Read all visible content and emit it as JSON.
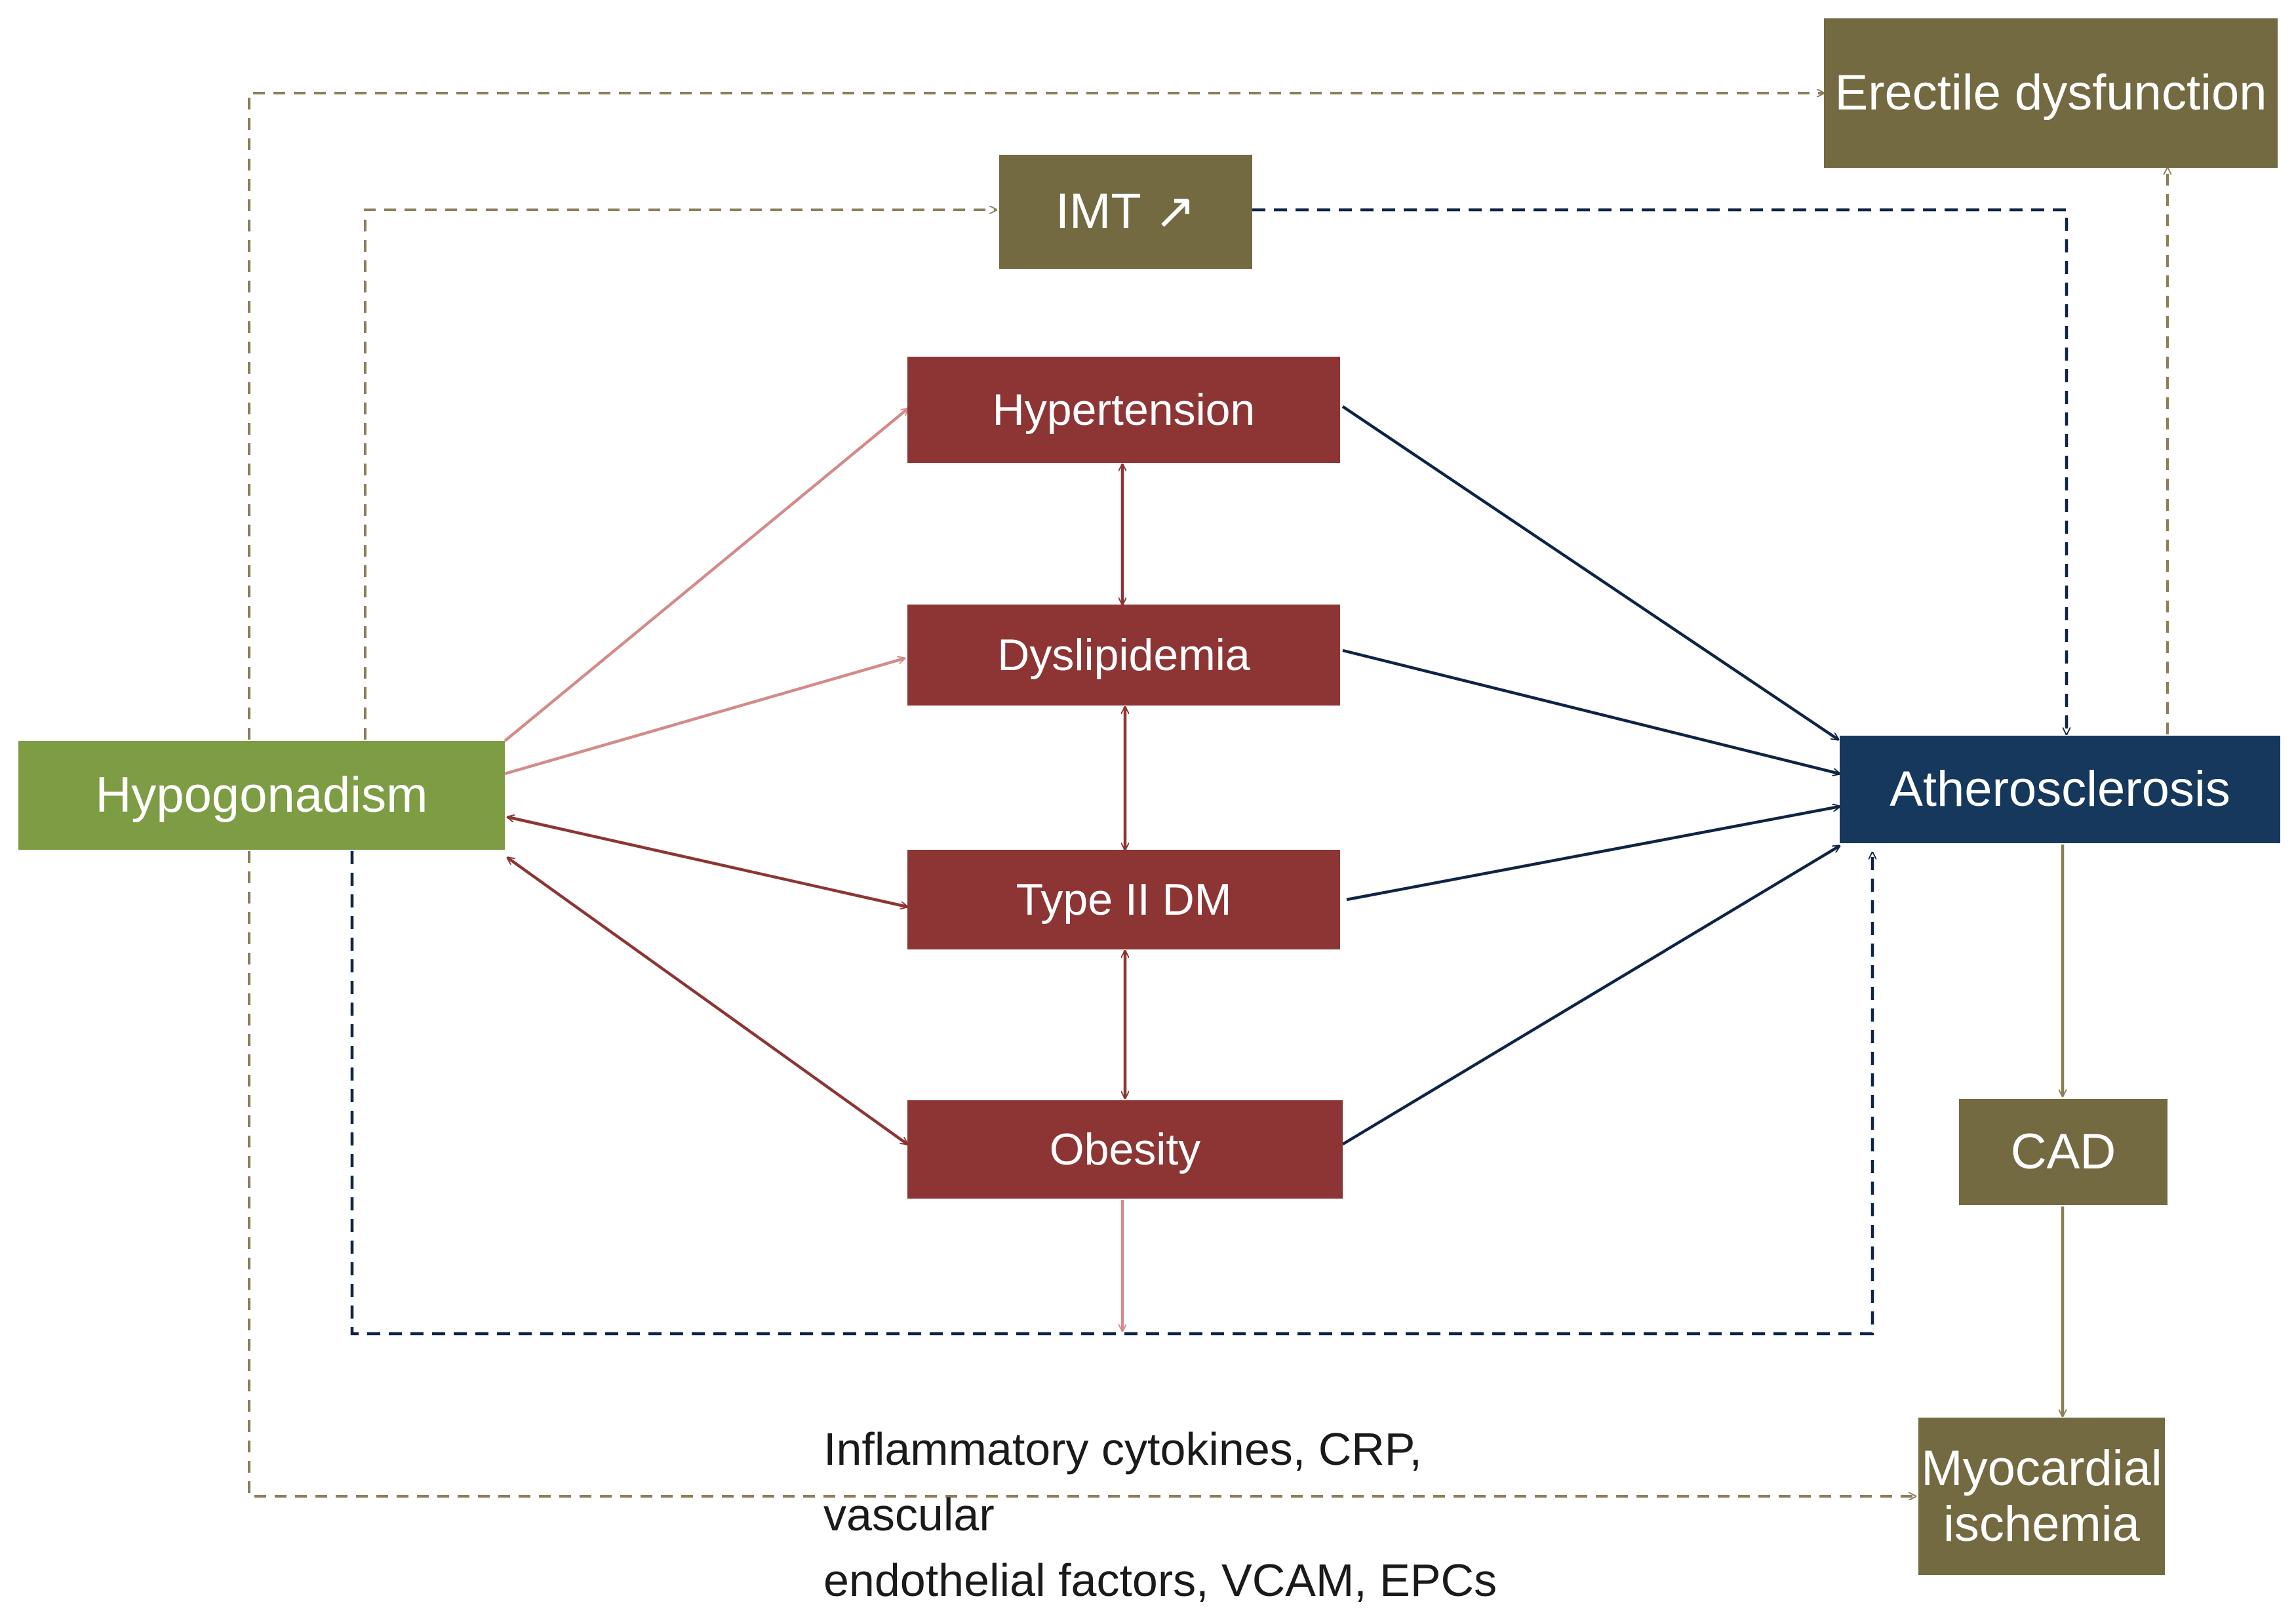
{
  "nodes": {
    "erectile": "Erectile dysfunction",
    "imt": "IMT ↗",
    "hypertension": "Hypertension",
    "dyslipidemia": "Dyslipidemia",
    "type2dm": "Type II DM",
    "obesity": "Obesity",
    "hypogonadism": "Hypogonadism",
    "atherosclerosis": "Atherosclerosis",
    "cad": "CAD",
    "myocardial": "Myocardial\nischemia"
  },
  "annotation": {
    "text": "Inflammatory cytokines, CRP, vascular\nendothelial factors, VCAM, EPCs"
  },
  "colors": {
    "olive": "#736a41",
    "red": "#8d3535",
    "green": "#7d9c44",
    "navy": "#15385c",
    "pink_arrow": "#d58a8a",
    "red_arrow": "#8d3535",
    "navy_arrow": "#0f2444",
    "olive_arrow": "#8a7f58"
  }
}
